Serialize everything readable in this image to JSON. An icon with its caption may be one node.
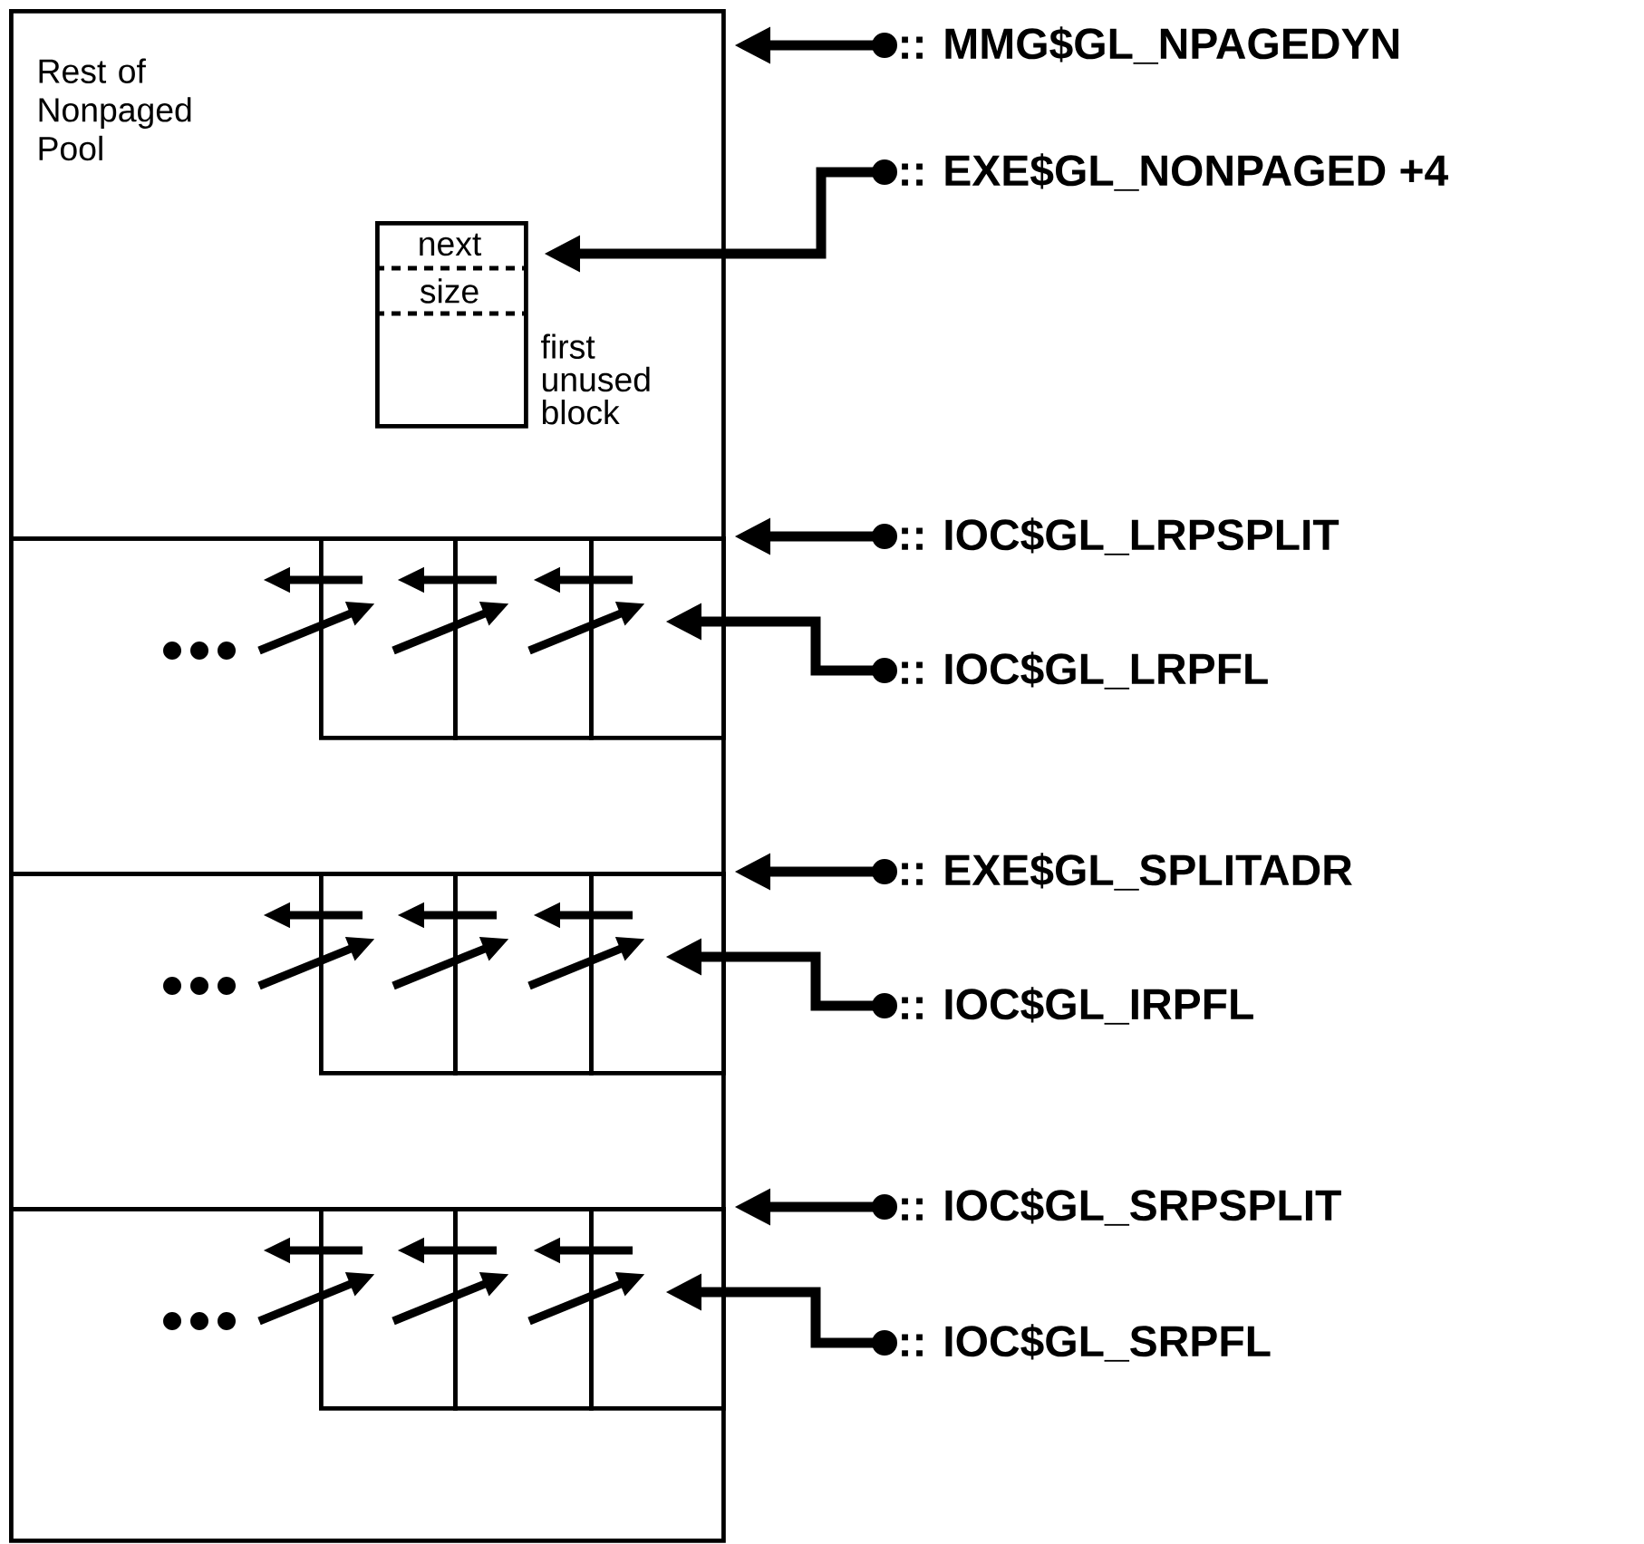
{
  "diagram": {
    "nodes": [
      {
        "text": [
          "Rest of Nonpaged Pool"
        ]
      },
      {
        "text": [
          "next",
          "size"
        ],
        "beside": [
          "first unused block"
        ],
        "in": 0
      },
      {
        "text": [
          ":: MMG$GL_NPAGEDYN"
        ]
      },
      {
        "text": [
          ":: EXE$GL_NONPAGED +4"
        ]
      },
      {
        "text": [],
        "shape": "box"
      },
      {
        "text": [],
        "shape": "box",
        "in": 4
      },
      {
        "text": [],
        "shape": "box",
        "in": 4
      },
      {
        "text": [],
        "shape": "box",
        "in": 4
      },
      {
        "text": [
          ":: IOC$GL_LRPSPLIT"
        ]
      },
      {
        "text": [
          ":: IOC$GL_LRPFL"
        ]
      },
      {
        "text": [],
        "shape": "box"
      },
      {
        "text": [],
        "shape": "box",
        "in": 10
      },
      {
        "text": [],
        "shape": "box",
        "in": 10
      },
      {
        "text": [],
        "shape": "box",
        "in": 10
      },
      {
        "text": [
          ":: EXE$GL_SPLITADR"
        ]
      },
      {
        "text": [
          ":: IOC$GL_IRPFL"
        ]
      },
      {
        "text": [],
        "shape": "box"
      },
      {
        "text": [],
        "shape": "box",
        "in": 16
      },
      {
        "text": [],
        "shape": "box",
        "in": 16
      },
      {
        "text": [],
        "shape": "box",
        "in": 16
      },
      {
        "text": [
          ":: IOC$GL_SRPSPLIT"
        ]
      },
      {
        "text": [
          ":: IOC$GL_SRPFL"
        ]
      }
    ],
    "edges": [
      {
        "from": 2,
        "to": 0,
        "arrow": "to"
      },
      {
        "from": 3,
        "to": 1,
        "arrow": "to"
      },
      {
        "from": 8,
        "to": 4,
        "arrow": "to"
      },
      {
        "from": 9,
        "to": 7,
        "arrow": "to"
      },
      {
        "from": null,
        "to": 5,
        "arrow": "to"
      },
      {
        "from": 5,
        "to": 6,
        "arrow": "to"
      },
      {
        "from": 6,
        "to": 7,
        "arrow": "to"
      },
      {
        "from": 5,
        "to": null,
        "arrow": "to"
      },
      {
        "from": 6,
        "to": 5,
        "arrow": "to"
      },
      {
        "from": 7,
        "to": 6,
        "arrow": "to"
      },
      {
        "from": 14,
        "to": 10,
        "arrow": "to"
      },
      {
        "from": 15,
        "to": 13,
        "arrow": "to"
      },
      {
        "from": null,
        "to": 11,
        "arrow": "to"
      },
      {
        "from": 11,
        "to": 12,
        "arrow": "to"
      },
      {
        "from": 12,
        "to": 13,
        "arrow": "to"
      },
      {
        "from": 11,
        "to": null,
        "arrow": "to"
      },
      {
        "from": 12,
        "to": 11,
        "arrow": "to"
      },
      {
        "from": 13,
        "to": 12,
        "arrow": "to"
      },
      {
        "from": 20,
        "to": 16,
        "arrow": "to"
      },
      {
        "from": 21,
        "to": 19,
        "arrow": "to"
      },
      {
        "from": null,
        "to": 17,
        "arrow": "to"
      },
      {
        "from": 17,
        "to": 18,
        "arrow": "to"
      },
      {
        "from": 18,
        "to": 19,
        "arrow": "to"
      },
      {
        "from": 17,
        "to": null,
        "arrow": "to"
      },
      {
        "from": 18,
        "to": 17,
        "arrow": "to"
      },
      {
        "from": 19,
        "to": 18,
        "arrow": "to"
      }
    ]
  }
}
